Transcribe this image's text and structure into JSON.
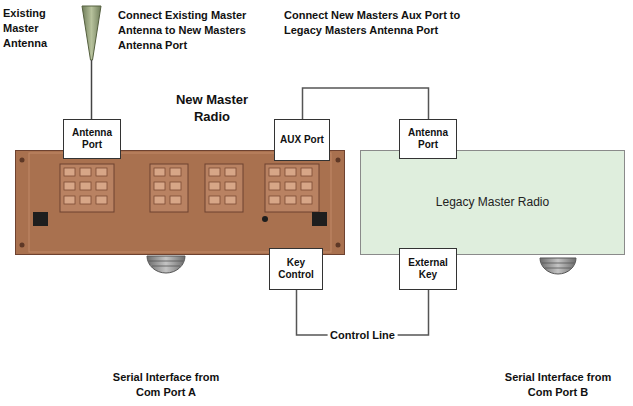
{
  "diagram": {
    "nodes": [
      {
        "text": [
          "New Master Radio"
        ]
      },
      {
        "text": [
          "Antenna Port"
        ]
      },
      {
        "text": [
          "AUX Port"
        ]
      },
      {
        "text": [
          "Key Control"
        ]
      },
      {
        "text": [
          "Legacy Master Radio"
        ]
      },
      {
        "text": [
          "Antenna Port"
        ]
      },
      {
        "text": [
          "External Key"
        ]
      }
    ],
    "edges": [
      {
        "from": 2,
        "to": 5,
        "arrow": "none"
      },
      {
        "from": 3,
        "to": 6,
        "label": "Control Line",
        "arrow": "none"
      }
    ],
    "labels": [
      "Existing Master Antenna",
      "Connect Existing Master Antenna to New Masters Antenna Port",
      "Connect New Masters Aux Port to Legacy Masters Antenna Port",
      "Serial Interface from Com Port A",
      "Serial Interface from Com Port B"
    ]
  }
}
